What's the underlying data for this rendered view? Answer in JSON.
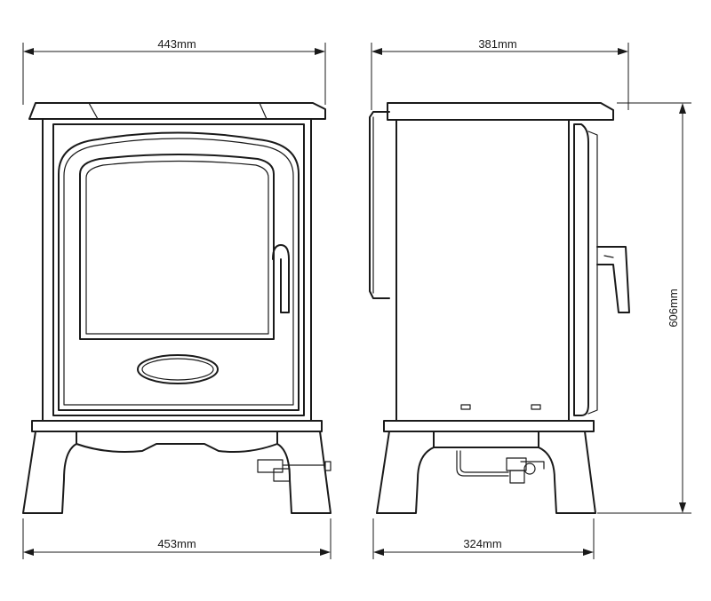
{
  "dimensions": {
    "front_top_width": "443mm",
    "front_base_width": "453mm",
    "side_top_depth": "381mm",
    "side_base_depth": "324mm",
    "height": "606mm"
  }
}
